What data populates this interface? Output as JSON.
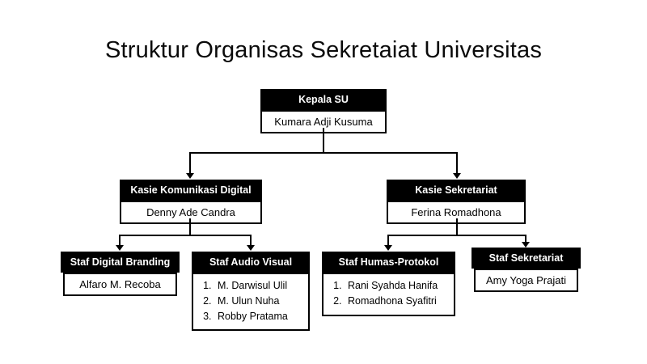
{
  "title": "Struktur Organisas Sekretaiat Universitas",
  "colors": {
    "header_bg": "#000000",
    "header_text": "#ffffff",
    "body_bg": "#ffffff",
    "border": "#000000",
    "background": "#ffffff"
  },
  "chart": {
    "type": "org-chart",
    "root": {
      "label": "Kepala SU",
      "name": "Kumara Adji Kusuma"
    },
    "level2": [
      {
        "label": "Kasie Komunikasi Digital",
        "name": "Denny Ade Candra"
      },
      {
        "label": "Kasie Sekretariat",
        "name": "Ferina Romadhona"
      }
    ],
    "level3": [
      {
        "label": "Staf Digital Branding",
        "parent": "Kasie Komunikasi Digital",
        "members": [
          "Alfaro M. Recoba"
        ]
      },
      {
        "label": "Staf Audio Visual",
        "parent": "Kasie Komunikasi Digital",
        "members": [
          "M. Darwisul Ulil",
          "M. Ulun Nuha",
          "Robby Pratama"
        ]
      },
      {
        "label": "Staf Humas-Protokol",
        "parent": "Kasie Sekretariat",
        "members": [
          "Rani Syahda Hanifa",
          "Romadhona Syafitri"
        ]
      },
      {
        "label": "Staf Sekretariat",
        "parent": "Kasie Sekretariat",
        "members": [
          "Amy Yoga Prajati"
        ]
      }
    ]
  }
}
